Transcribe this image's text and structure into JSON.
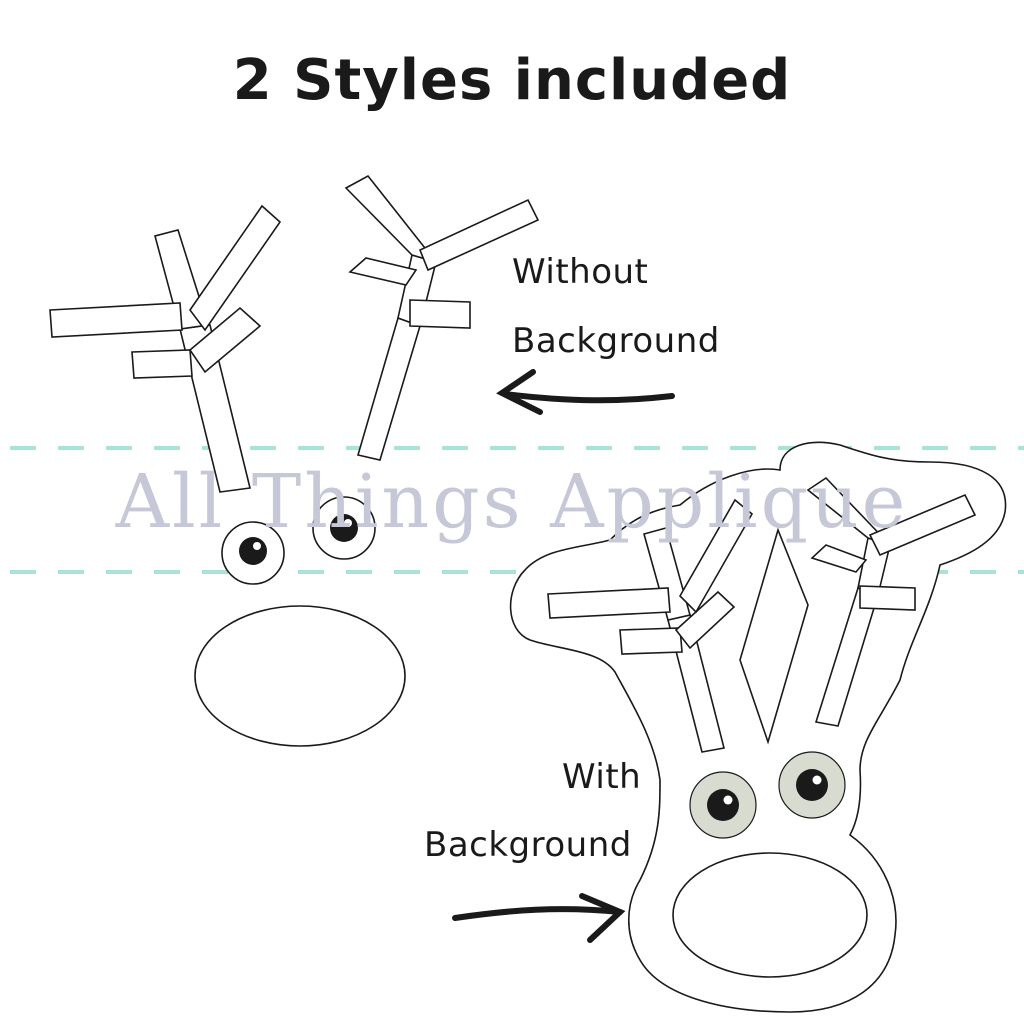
{
  "title": "2 Styles included",
  "labels": {
    "without_line1": "Without",
    "without_line2": "Background",
    "with_line1": "With",
    "with_line2": "Background"
  },
  "watermark": "All Things Applique",
  "colors": {
    "ink": "#1a1a1a",
    "watermark_text": "#c6c8d8",
    "watermark_lines": "#a8e2d8",
    "eye_fill": "#d8dcd0"
  },
  "icons": {
    "arrow_left": "arrow-left-icon",
    "arrow_right": "arrow-right-icon"
  }
}
